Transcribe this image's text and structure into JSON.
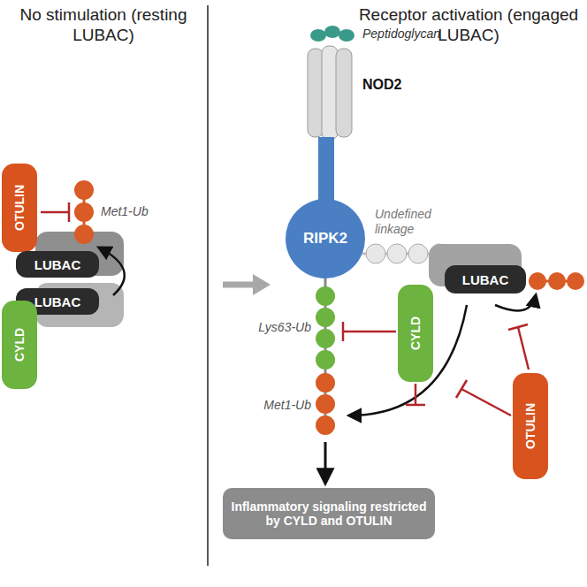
{
  "diagram": {
    "nodes": [
      {
        "text": [
          "OTULIN"
        ]
      },
      {
        "text": [
          "LUBAC"
        ]
      },
      {
        "text": [
          "LUBAC"
        ]
      },
      {
        "text": [
          "CYLD"
        ]
      },
      {
        "text": [
          "RIPK2"
        ]
      },
      {
        "text": [
          "LUBAC"
        ]
      },
      {
        "text": [
          "CYLD"
        ]
      },
      {
        "text": [
          "OTULIN"
        ]
      },
      {
        "text": [
          "Inflammatory signaling restricted by CYLD and OTULIN"
        ]
      }
    ],
    "labels": [
      "No stimulation (resting LUBAC)",
      "Receptor activation (engaged LUBAC)",
      "Met1-Ub",
      "Peptidoglycan",
      "NOD2",
      "Undefined linkage",
      "Lys63-Ub",
      "Met1-Ub"
    ]
  }
}
